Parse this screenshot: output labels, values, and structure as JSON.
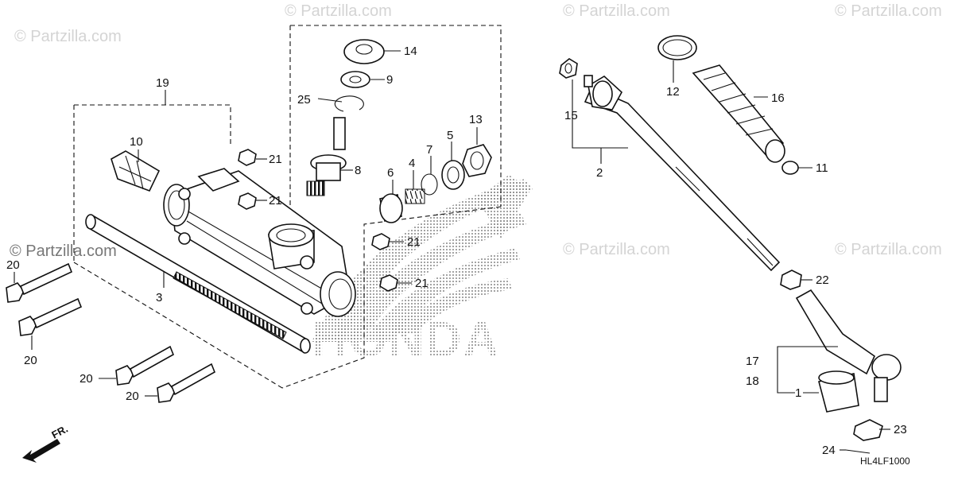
{
  "watermark": "© Partzilla.com",
  "brand_watermark": "HONDA",
  "diagram_code": "HL4LF1000",
  "front_indicator": "FR.",
  "callouts": {
    "c1": "1",
    "c2": "2",
    "c3": "3",
    "c4": "4",
    "c5": "5",
    "c6": "6",
    "c7": "7",
    "c8": "8",
    "c9": "9",
    "c10": "10",
    "c11": "11",
    "c12": "12",
    "c13": "13",
    "c14": "14",
    "c15": "15",
    "c16": "16",
    "c17": "17",
    "c18": "18",
    "c19": "19",
    "c20": "20",
    "c21": "21",
    "c22": "22",
    "c23": "23",
    "c24": "24",
    "c25": "25"
  }
}
